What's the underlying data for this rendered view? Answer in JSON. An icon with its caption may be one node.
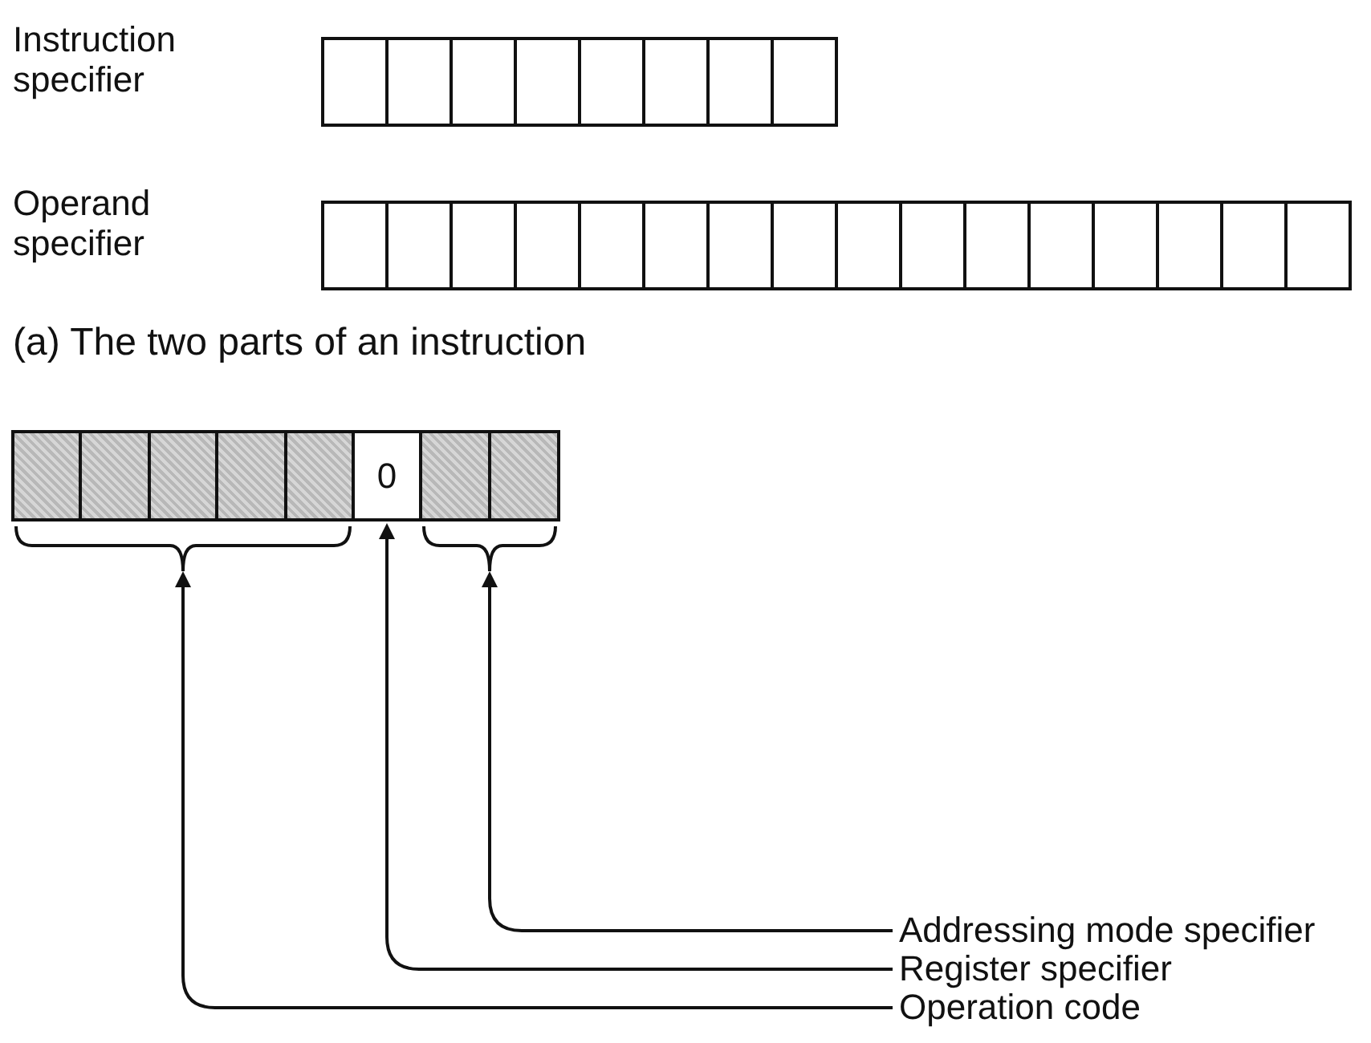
{
  "diagram": {
    "caption": "(a) The two parts of an instruction",
    "nodes": [
      {
        "text": [],
        "shape": "box"
      },
      {
        "text": [
          "0"
        ]
      },
      {
        "text": [],
        "shape": "box"
      },
      {
        "text": [
          "Addressing mode specifier"
        ]
      },
      {
        "text": [
          "Register specifier"
        ]
      },
      {
        "text": [
          "Operation code"
        ]
      }
    ],
    "edges": [
      {
        "from": 3,
        "to": 2,
        "arrow": "to"
      },
      {
        "from": 4,
        "to": 1,
        "arrow": "to"
      },
      {
        "from": 5,
        "to": 0,
        "arrow": "to"
      }
    ],
    "labels": [
      "Instruction specifier",
      "Operand specifier"
    ]
  }
}
